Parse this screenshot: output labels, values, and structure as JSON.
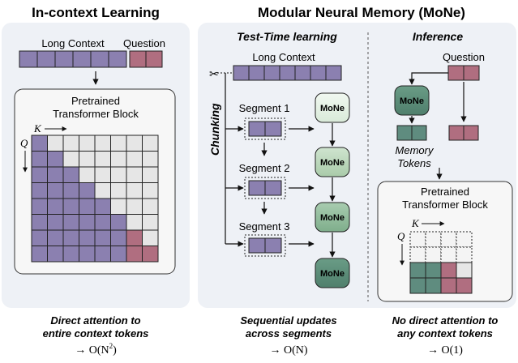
{
  "left_panel": {
    "title": "In-context Learning",
    "long_context_label": "Long Context",
    "question_label": "Question",
    "block_title_line1": "Pretrained",
    "block_title_line2": "Transformer Block",
    "k_label": "K",
    "q_label": "Q",
    "caption_line1": "Direct attention to",
    "caption_line2": "entire context tokens",
    "complexity_prefix": "→ O(N",
    "complexity_exp": "2",
    "complexity_suffix": ")"
  },
  "right_panel": {
    "title": "Modular Neural Memory (MoNe)",
    "ttl": {
      "heading": "Test-Time learning",
      "long_context_label": "Long Context",
      "chunking_label": "Chunking",
      "segment1": "Segment 1",
      "segment2": "Segment 2",
      "segment3": "Segment 3",
      "mone_label": "MoNe",
      "caption_line1": "Sequential updates",
      "caption_line2": "across segments",
      "complexity": "→ O(N)"
    },
    "inference": {
      "heading": "Inference",
      "question_label": "Question",
      "mone_label": "MoNe",
      "memory_tokens_line1": "Memory",
      "memory_tokens_line2": "Tokens",
      "block_title_line1": "Pretrained",
      "block_title_line2": "Transformer Block",
      "k_label": "K",
      "q_label": "Q",
      "caption_line1": "No direct attention to",
      "caption_line2": "any context tokens",
      "complexity": "→ O(1)"
    }
  },
  "colors": {
    "context_token": "#8b80b0",
    "question_token": "#b06e80",
    "memory_token": "#5f8c7f",
    "panel_bg": "#eef1f6",
    "empty_cell": "#e6e6e6"
  }
}
